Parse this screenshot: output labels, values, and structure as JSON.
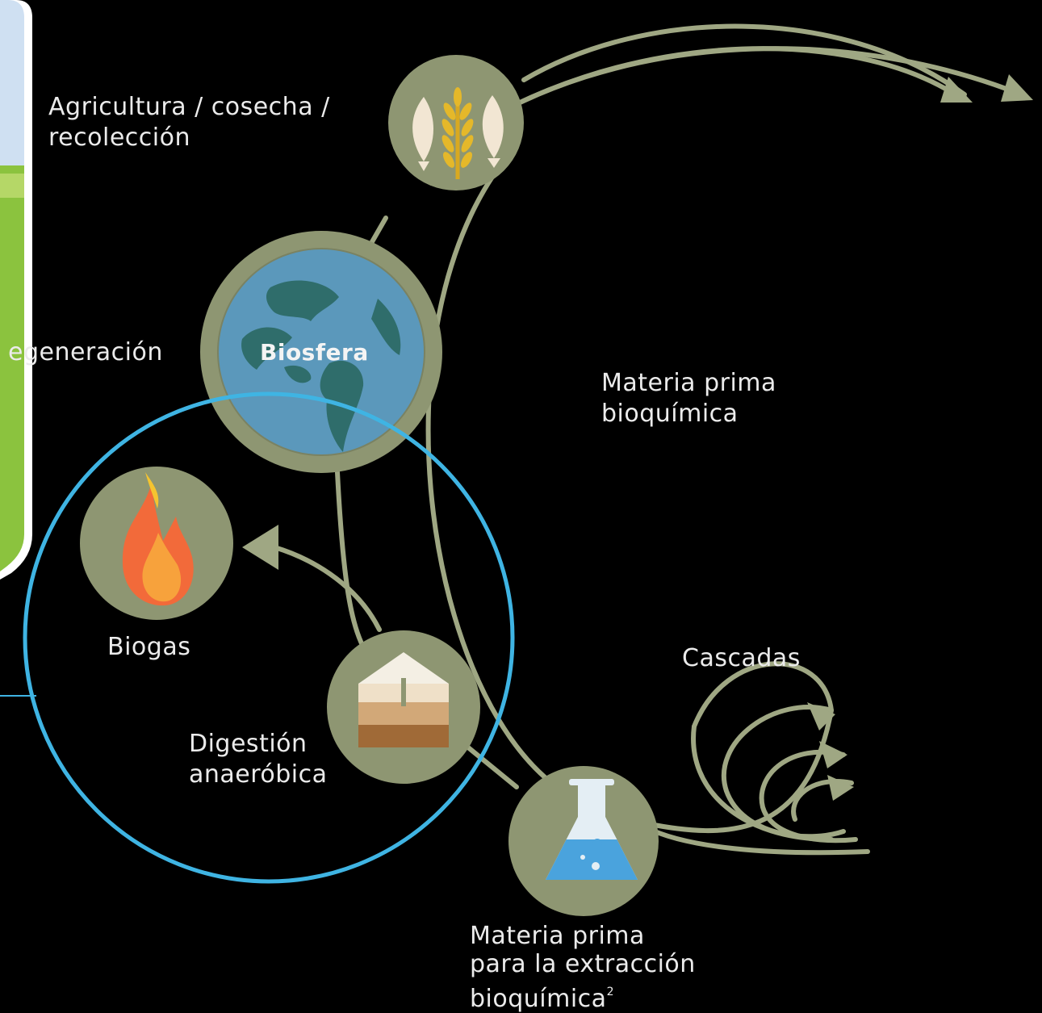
{
  "labels": {
    "harvest": [
      "Agricultura / cosecha /",
      "recolección"
    ],
    "regeneration": "egeneración",
    "biosphere": "Biosfera",
    "feedstock": [
      "Materia prima",
      "bioquímica"
    ],
    "biogas": "Biogas",
    "cascades": "Cascadas",
    "digestion": [
      "Digestión",
      "anaeróbica"
    ],
    "extraction": [
      "Materia prima",
      "para la extracción",
      "bioquímica"
    ],
    "extraction_footnote": "2"
  },
  "colors": {
    "background": "#000000",
    "node_fill": "#8e9672",
    "flow_line": "#9fa783",
    "earth_ocean": "#5b98bb",
    "earth_land": "#2f6d6b",
    "highlight_ring": "#3fb4e3",
    "text": "#ebebeb"
  },
  "icons": [
    "fish-wheat-icon",
    "earth-globe-icon",
    "flame-icon",
    "soil-layers-icon",
    "flask-icon"
  ]
}
